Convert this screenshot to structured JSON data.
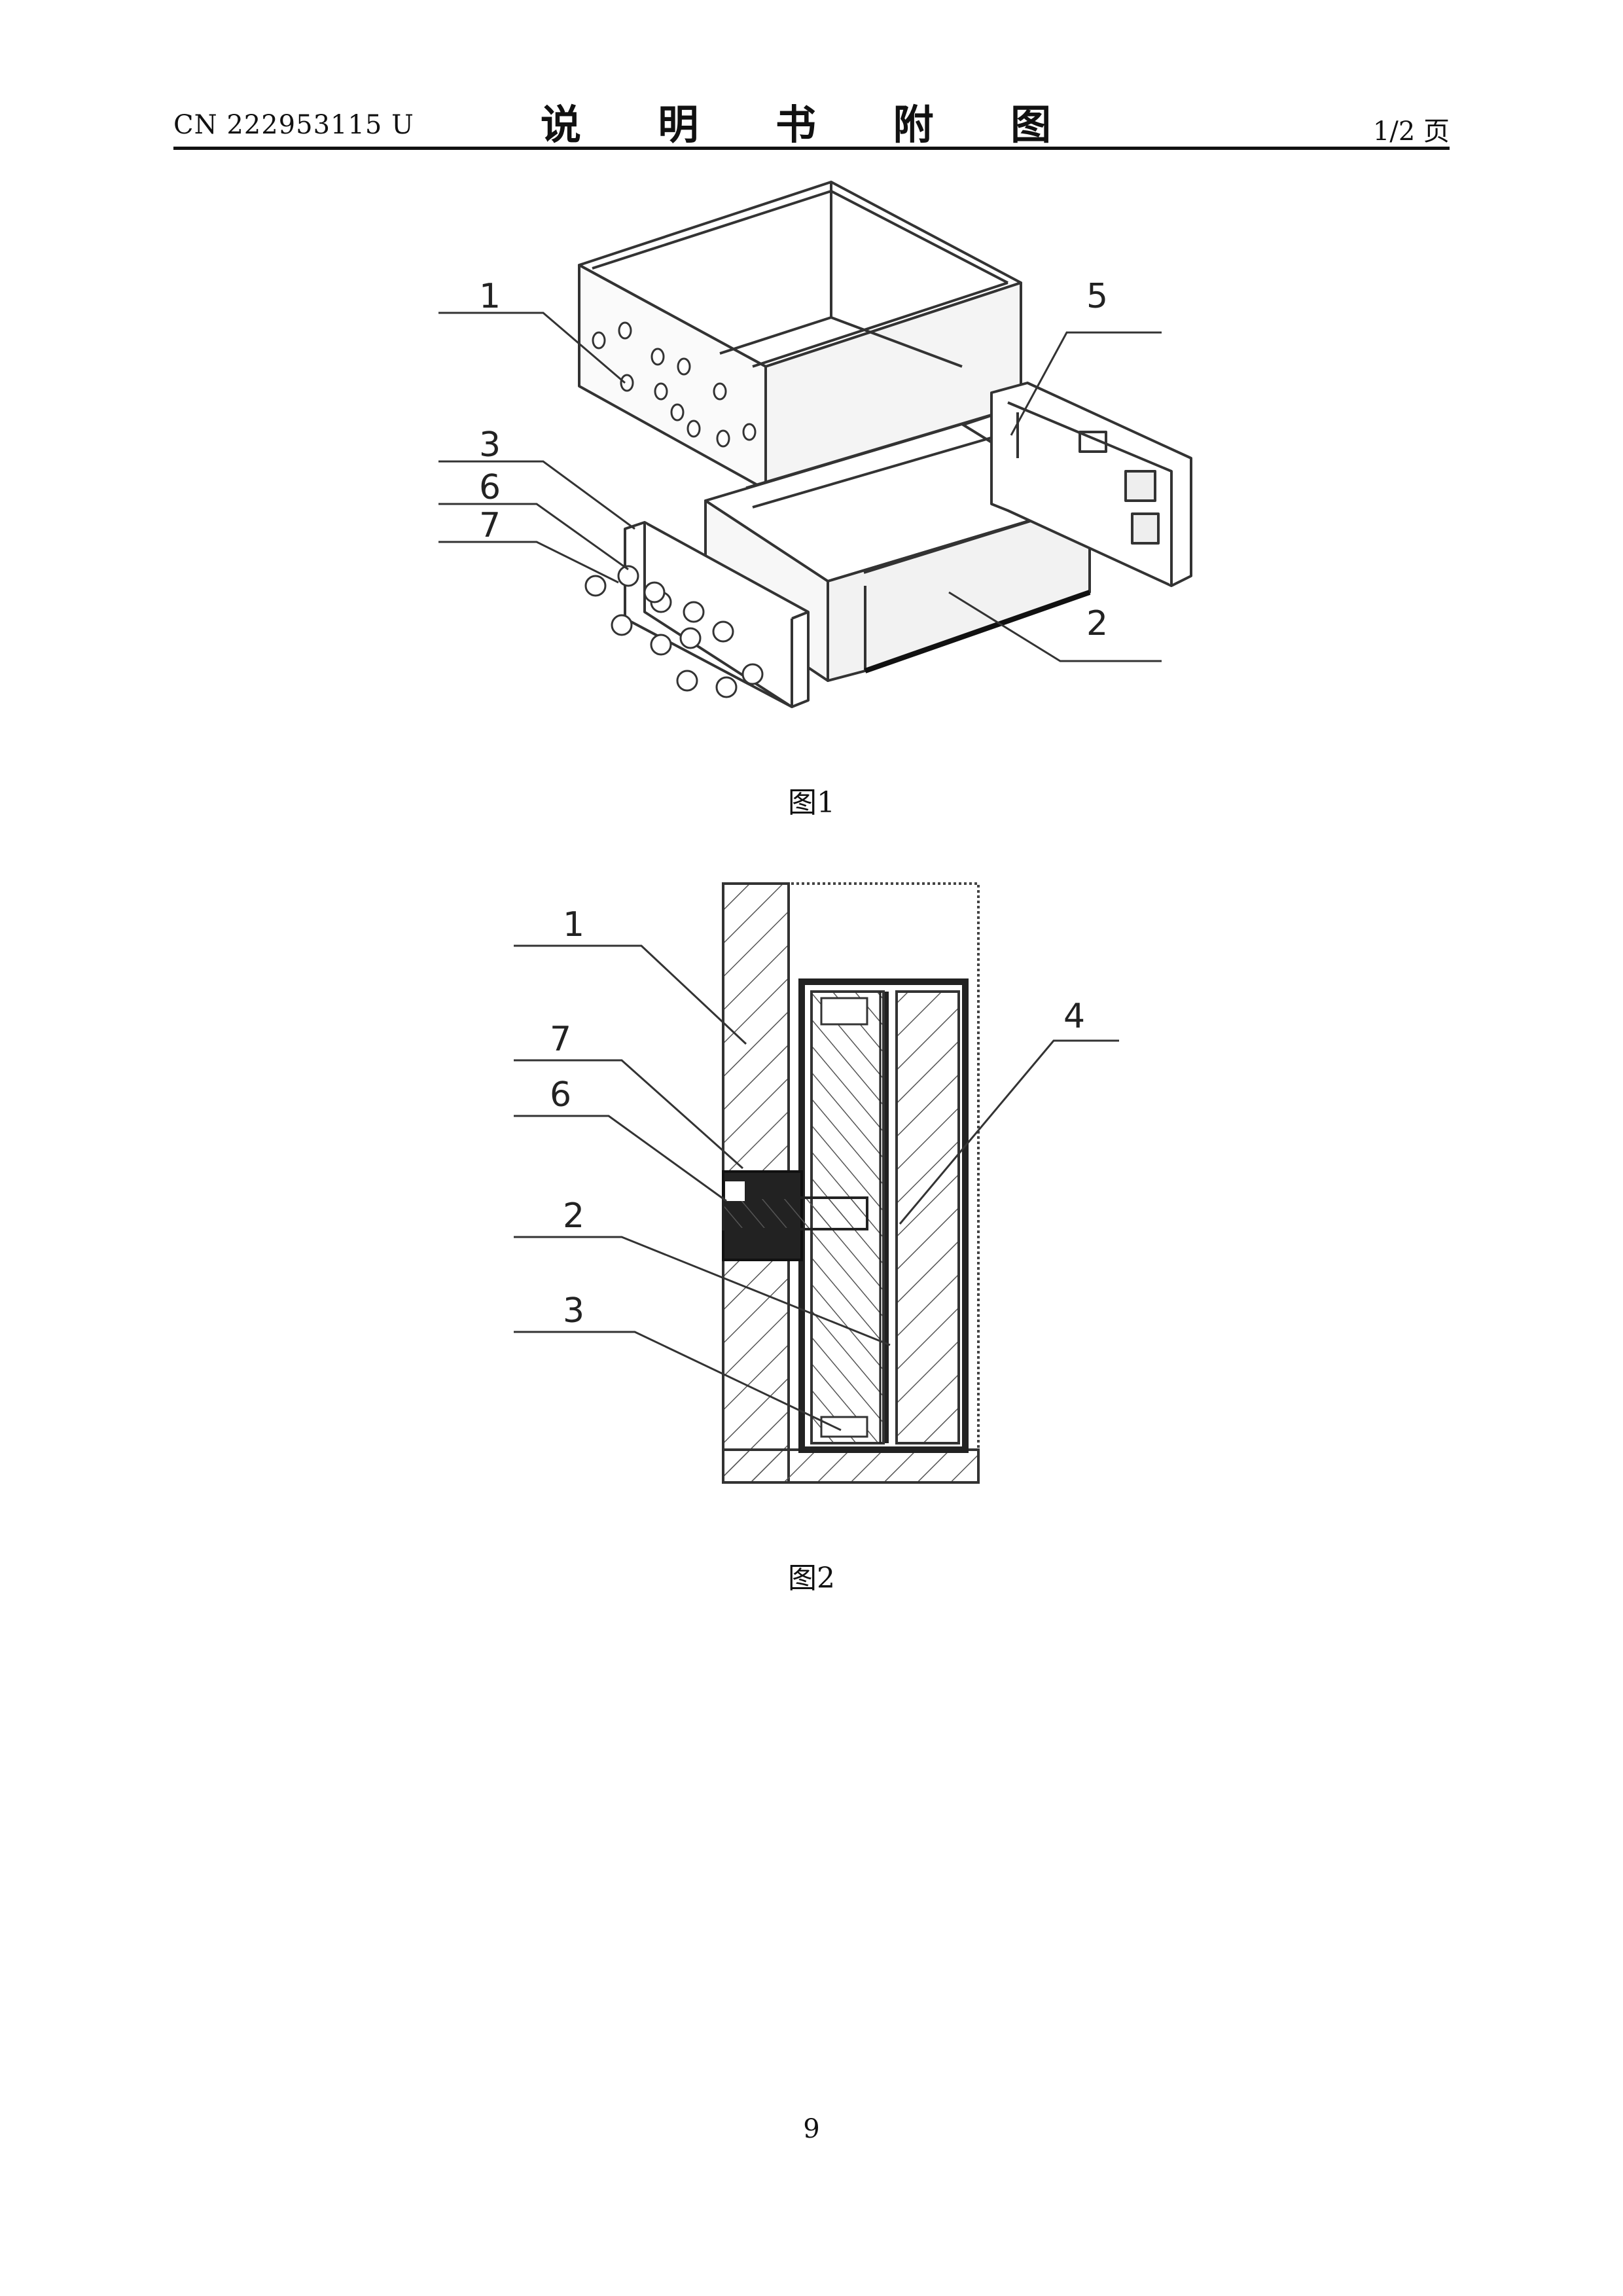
{
  "header": {
    "patent_number": "CN 222953115 U",
    "title": "说 明 书 附 图",
    "page_of": "1/2 页"
  },
  "figure1": {
    "caption": "图1",
    "callouts": [
      "1",
      "3",
      "6",
      "7",
      "5",
      "2"
    ]
  },
  "figure2": {
    "caption": "图2",
    "callouts": [
      "1",
      "7",
      "6",
      "2",
      "3",
      "4"
    ]
  },
  "footer": {
    "page_number": "9"
  }
}
